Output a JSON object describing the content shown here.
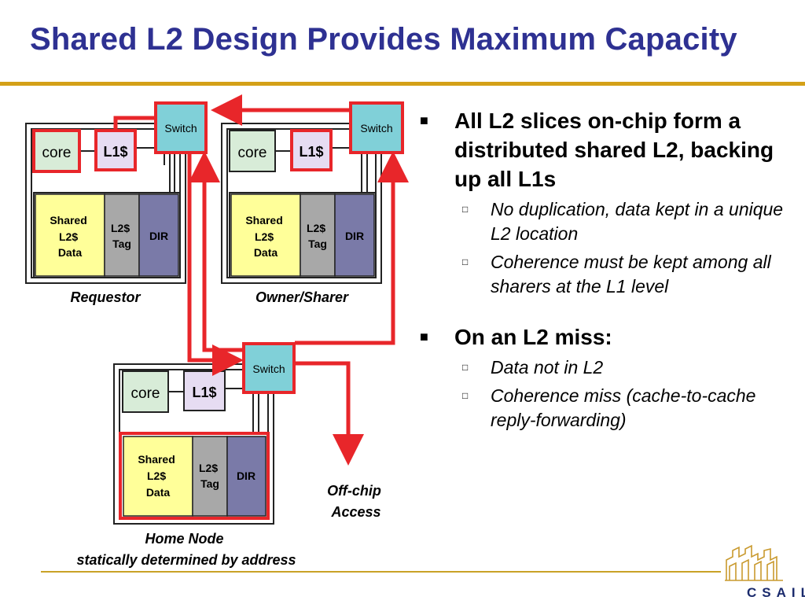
{
  "slide": {
    "title": "Shared L2 Design Provides Maximum Capacity"
  },
  "diagram": {
    "switch_label": "Switch",
    "core_label": "core",
    "l1_label": "L1$",
    "data_label": [
      "Shared",
      "L2$",
      "Data"
    ],
    "tag_label": [
      "L2$",
      "Tag"
    ],
    "dir_label": "DIR",
    "requestor_label": "Requestor",
    "owner_label": "Owner/Sharer",
    "home_label_line1": "Home Node",
    "home_label_line2": "statically determined by address",
    "offchip_line1": "Off-chip",
    "offchip_line2": "Access"
  },
  "bullets": {
    "b1": "All L2 slices on-chip form a distributed shared L2, backing up all L1s",
    "b1_sub1": "No duplication, data kept in a unique L2 location",
    "b1_sub2": "Coherence must be kept among all sharers at the L1 level",
    "b2": "On an L2 miss:",
    "b2_sub1": "Data not in L2",
    "b2_sub2": "Coherence miss (cache-to-cache reply-forwarding)"
  },
  "logo": {
    "text": "CSAIL"
  },
  "colors": {
    "title": "#2e3192",
    "rule": "#d4a017",
    "switch_fill": "#80d0d8",
    "highlight": "#e8262a",
    "core_fill": "#d8ecd8",
    "l1_fill": "#e6dcf2",
    "data_fill": "#ffff99",
    "tag_fill": "#a8a8a8",
    "dir_fill": "#7a7aa8"
  }
}
